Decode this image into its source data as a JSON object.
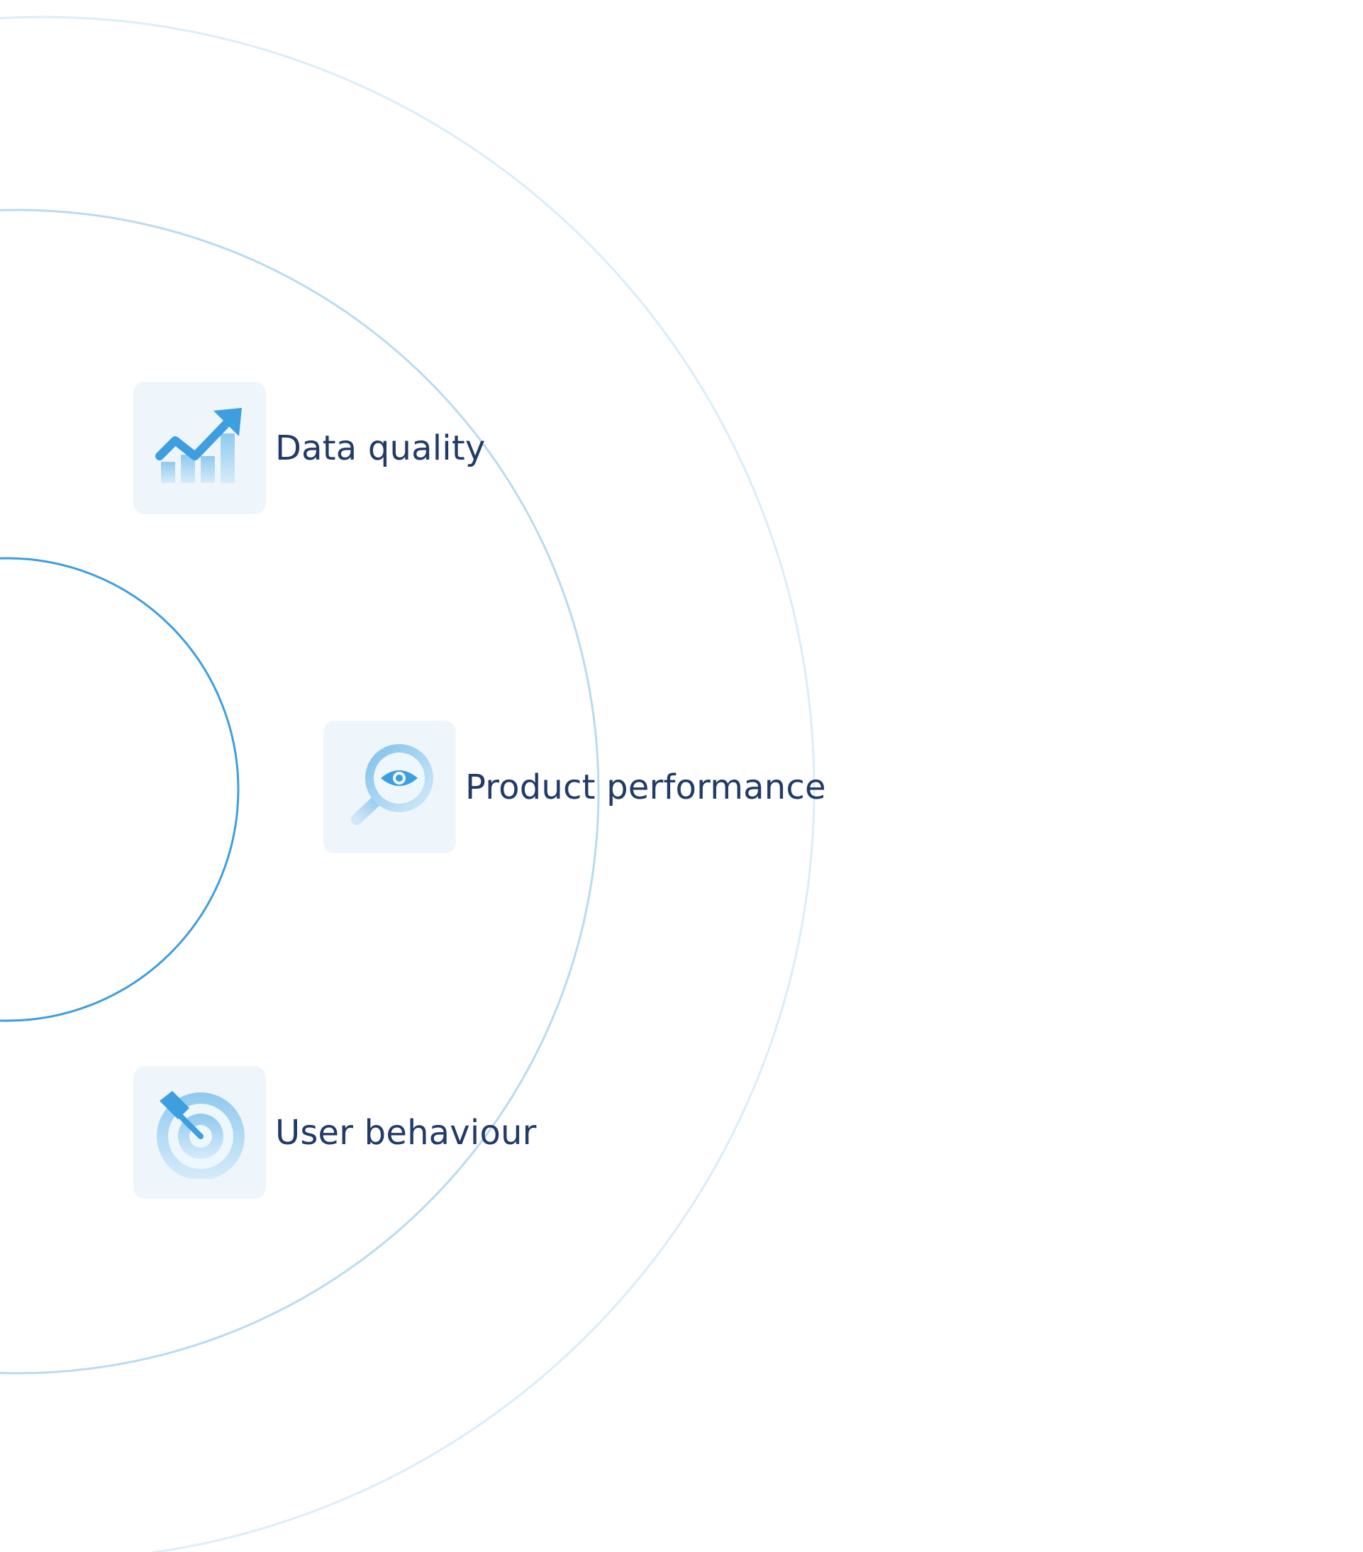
{
  "colors": {
    "background": "#ffffff",
    "tile_background": "#eff6fb",
    "label_text": "#213a67",
    "icon_primary": "#3d9ee0",
    "icon_light": "#cfe7f7",
    "inner_ring": "#3d9ee0",
    "middle_ring": "#b9dbf1",
    "outer_ring": "#dcedf8"
  },
  "items": [
    {
      "label": "Data quality",
      "icon": "trend-chart-icon"
    },
    {
      "label": "Product performance",
      "icon": "magnifier-eye-icon"
    },
    {
      "label": "User behaviour",
      "icon": "target-arrow-icon"
    }
  ]
}
